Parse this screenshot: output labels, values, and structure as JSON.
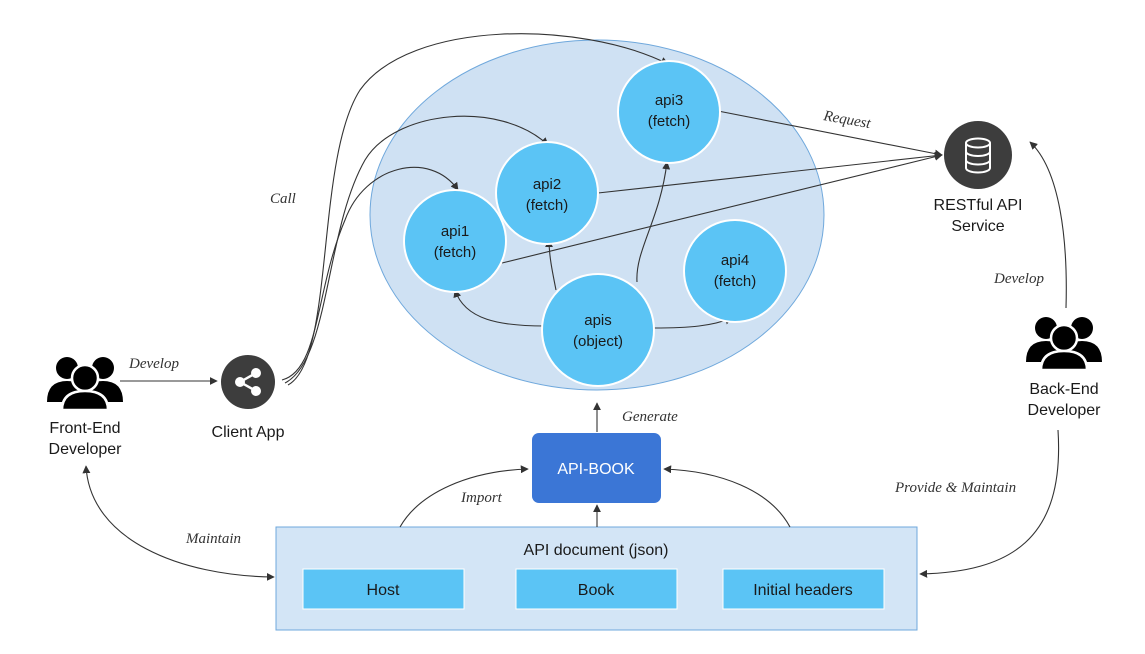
{
  "nodes": {
    "api1": {
      "line1": "api1",
      "line2": "(fetch)"
    },
    "api2": {
      "line1": "api2",
      "line2": "(fetch)"
    },
    "api3": {
      "line1": "api3",
      "line2": "(fetch)"
    },
    "api4": {
      "line1": "api4",
      "line2": "(fetch)"
    },
    "apis": {
      "line1": "apis",
      "line2": "(object)"
    },
    "api_book": "API-BOOK",
    "api_document": "API document (json)",
    "host": "Host",
    "book": "Book",
    "initial_headers": "Initial headers",
    "client_app": "Client App",
    "restful": {
      "line1": "RESTful API",
      "line2": "Service"
    },
    "front_end": {
      "line1": "Front-End",
      "line2": "Developer"
    },
    "back_end": {
      "line1": "Back-End",
      "line2": "Developer"
    }
  },
  "edge_labels": {
    "develop_front": "Develop",
    "call": "Call",
    "request": "Request",
    "develop_back": "Develop",
    "generate": "Generate",
    "import": "Import",
    "maintain": "Maintain",
    "provide_maintain": "Provide & Maintain"
  },
  "colors": {
    "cloud_fill": "#cfe1f3",
    "cloud_stroke": "#6fa8dc",
    "node_fill": "#5bc4f5",
    "api_book_fill": "#3b76d6",
    "doc_fill": "#d3e5f6",
    "icon_dark": "#3d3d3d"
  }
}
